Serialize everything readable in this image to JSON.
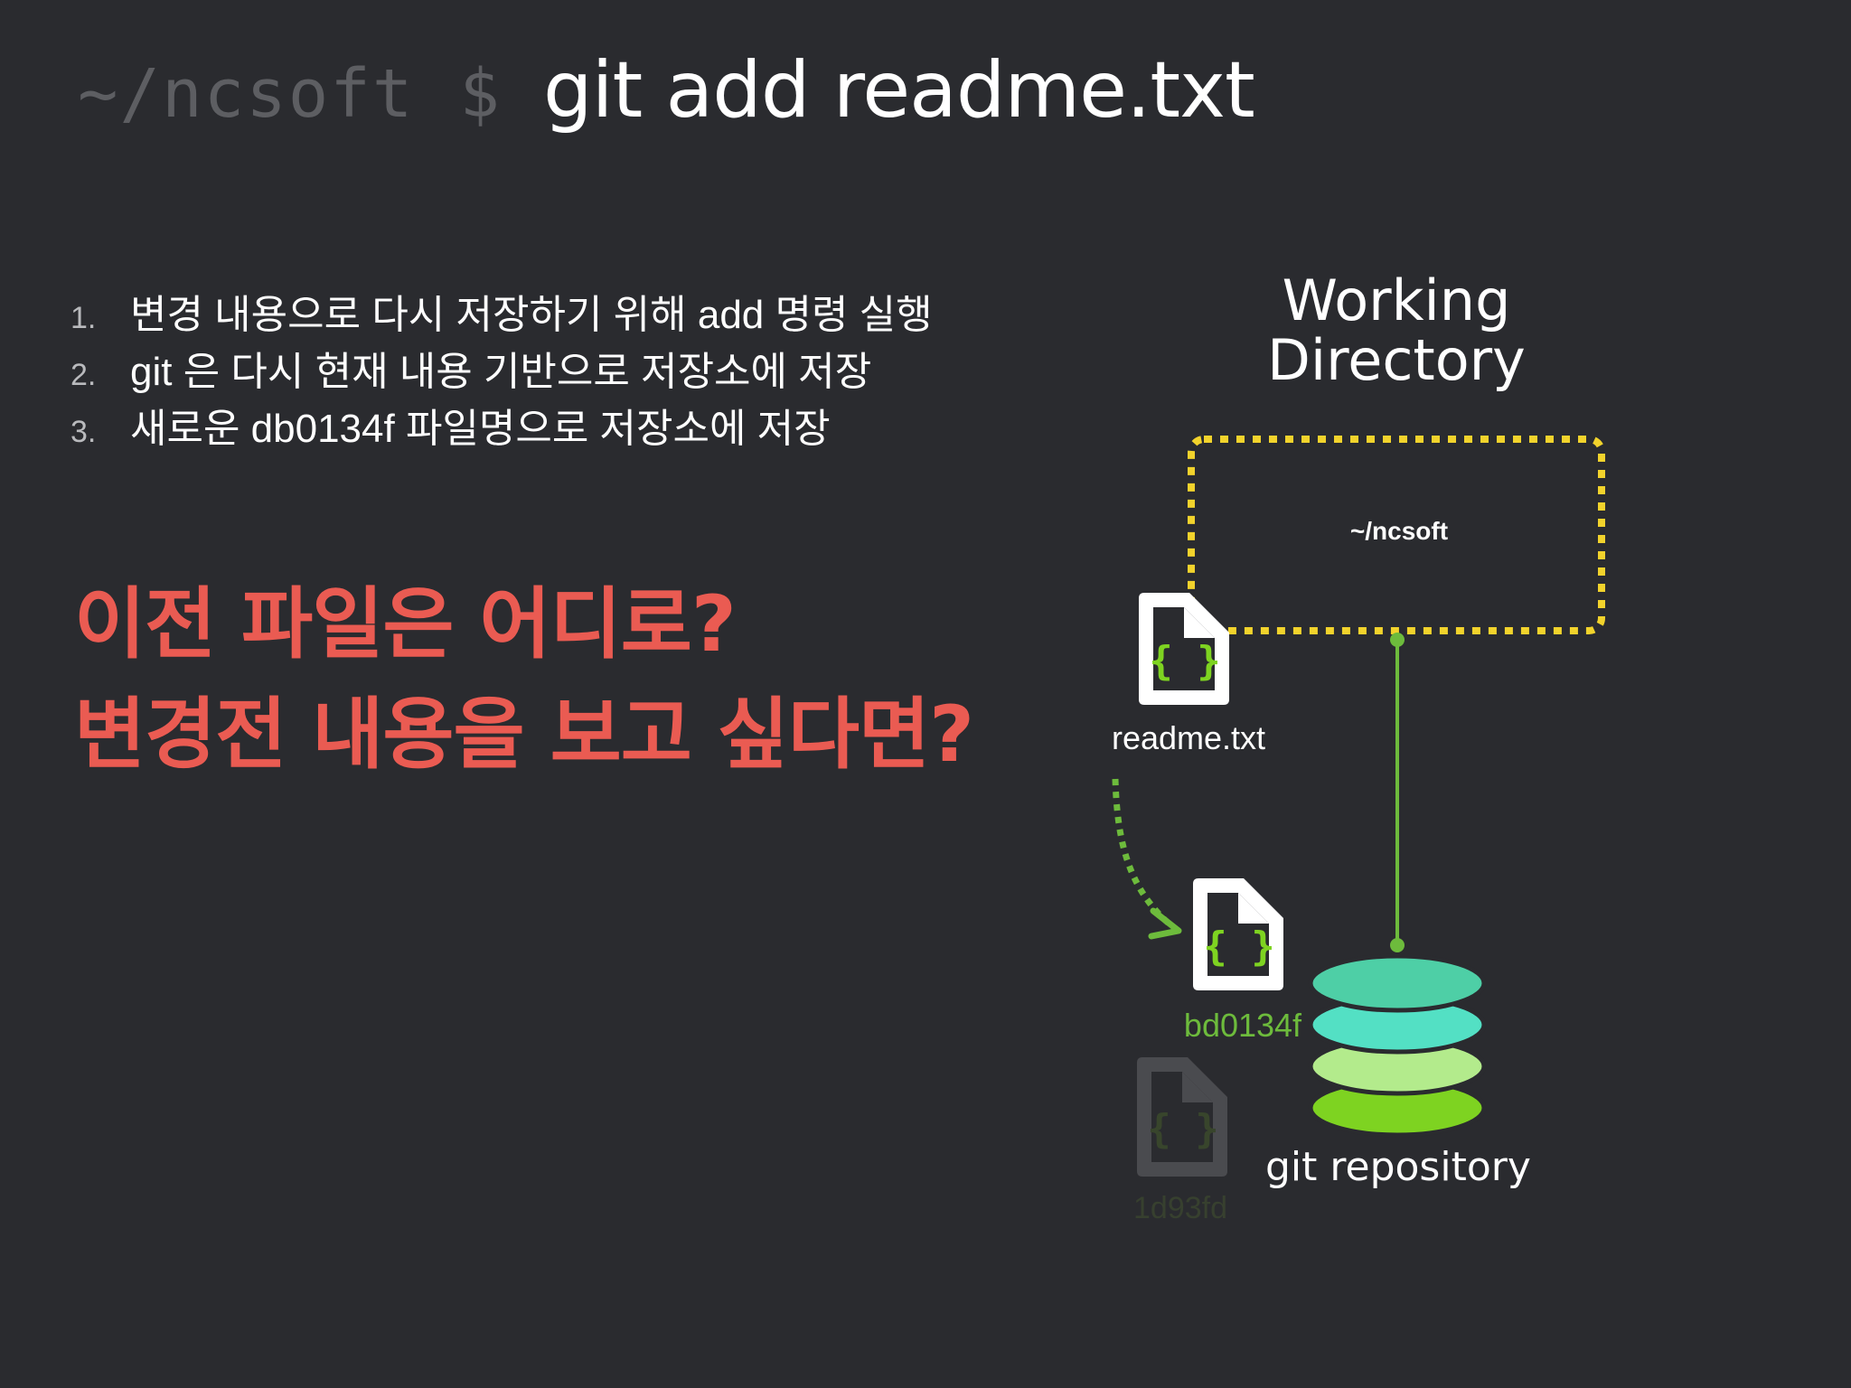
{
  "command_line": {
    "prompt": "~/ncsoft",
    "dollar": "$",
    "command": "git add readme.txt"
  },
  "steps": [
    {
      "number": "1.",
      "text": "변경 내용으로 다시 저장하기 위해 add 명령 실행"
    },
    {
      "number": "2.",
      "text": "git 은 다시 현재 내용 기반으로 저장소에 저장"
    },
    {
      "number": "3.",
      "text": "새로운 db0134f 파일명으로 저장소에 저장"
    }
  ],
  "questions": {
    "line1": "이전 파일은 어디로?",
    "line2": "변경전 내용을 보고 싶다면?"
  },
  "working_directory": {
    "title_line1": "Working",
    "title_line2": "Directory",
    "path": "~/ncsoft"
  },
  "files": {
    "current": {
      "label": "readme.txt",
      "icon": "{ }"
    },
    "new_blob": {
      "label": "bd0134f",
      "icon": "{ }"
    },
    "old_blob": {
      "label": "1d93fd",
      "icon": "{ }"
    }
  },
  "repository": {
    "label": "git repository"
  },
  "colors": {
    "background": "#2a2b2f",
    "accent_red": "#ea5b52",
    "dotted_box": "#f2d32c",
    "connector": "#6dbb3c",
    "db_layer_1": "#4ecfa6",
    "db_layer_2": "#53e0c4",
    "db_layer_3": "#b3eb8c",
    "db_layer_4": "#7ed321"
  }
}
